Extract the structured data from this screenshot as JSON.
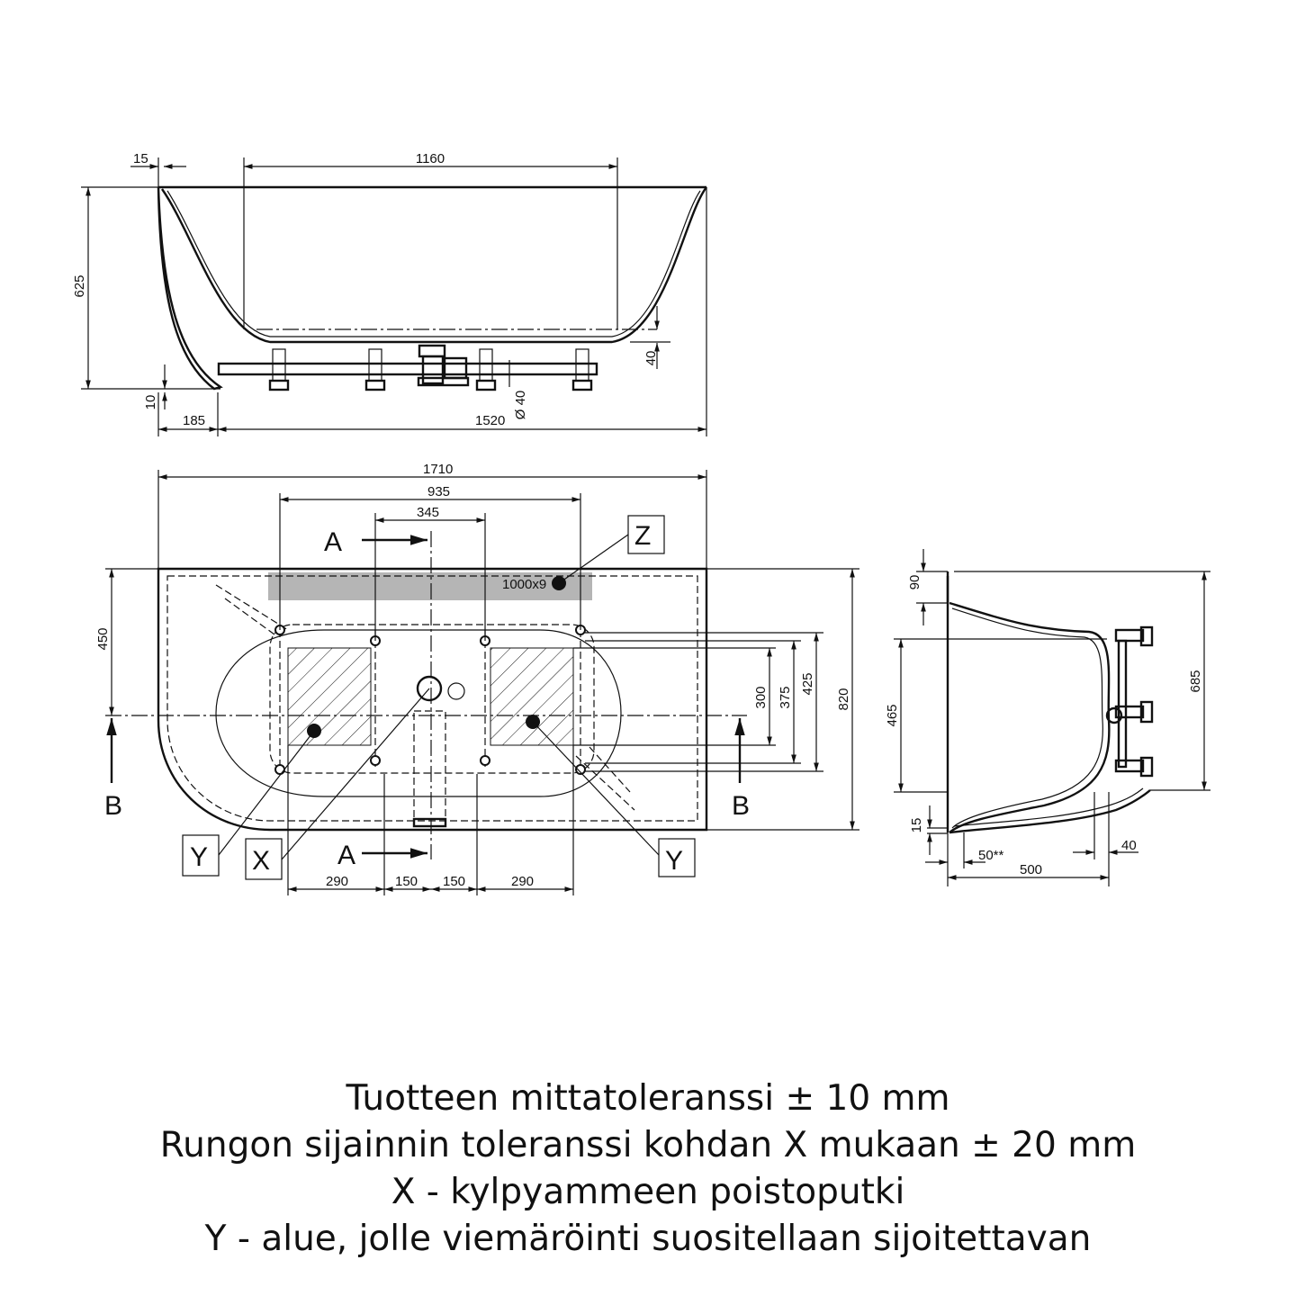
{
  "front_view": {
    "dims": {
      "d15": "15",
      "d1160": "1160",
      "d625": "625",
      "d40": "40",
      "d10": "10",
      "d185": "185",
      "d1520": "1520",
      "d_o40": "Ø 40"
    }
  },
  "plan_view": {
    "dims": {
      "d1710": "1710",
      "d935": "935",
      "d345": "345",
      "d450": "450",
      "d300": "300",
      "d375": "375",
      "d425": "425",
      "d820": "820",
      "d290a": "290",
      "d150a": "150",
      "d150b": "150",
      "d290b": "290"
    },
    "zone_label": "1000x9",
    "section_labels": {
      "a_top": "A",
      "a_bottom": "A",
      "b_left": "B",
      "b_right": "B"
    },
    "markers": {
      "z": "Z",
      "x": "X",
      "y_left": "Y",
      "y_right": "Y"
    }
  },
  "side_view": {
    "dims": {
      "d90": "90",
      "d465": "465",
      "d685": "685",
      "d15": "15",
      "d50": "50**",
      "d500": "500",
      "d40": "40"
    }
  },
  "notes": [
    "Tuotteen mittatoleranssi ± 10 mm",
    "Rungon sijainnin toleranssi kohdan X mukaan ± 20 mm",
    "X - kylpyammeen poistoputki",
    "Y - alue, jolle viemäröinti suositellaan sijoitettavan"
  ],
  "colors": {
    "line": "#111111",
    "zone": "#b5b5b5"
  }
}
